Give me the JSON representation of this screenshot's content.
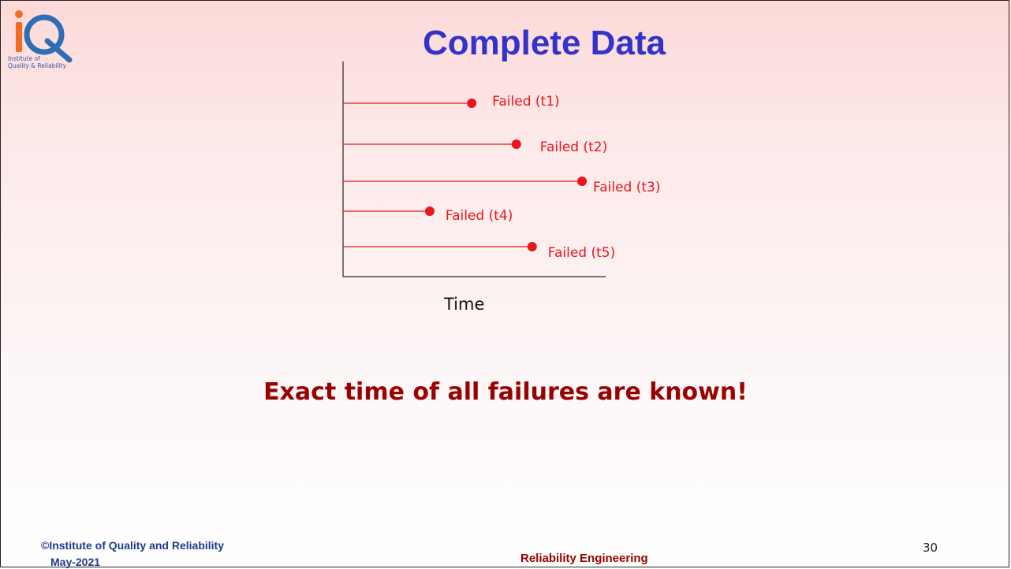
{
  "logo": {
    "text": "Institute of\nQuality & Reliability",
    "colors": {
      "orange": "#f26b21",
      "blue": "#2f6db5"
    }
  },
  "title": "Complete Data",
  "diagram": {
    "units": [
      {
        "label": "Failed (t1)",
        "failure_time": 0.49
      },
      {
        "label": "Failed (t2)",
        "failure_time": 0.66
      },
      {
        "label": "Failed (t3)",
        "failure_time": 0.91
      },
      {
        "label": "Failed (t4)",
        "failure_time": 0.33
      },
      {
        "label": "Failed (t5)",
        "failure_time": 0.72
      }
    ],
    "axis_label": "Time",
    "colors": {
      "line": "#e8161b",
      "axis": "#222222"
    }
  },
  "message": "Exact time of all failures are known!",
  "footer": {
    "copyright": "©Institute of Quality and Reliability",
    "date": "May-2021",
    "course": "Reliability Engineering",
    "page_number": "30"
  }
}
